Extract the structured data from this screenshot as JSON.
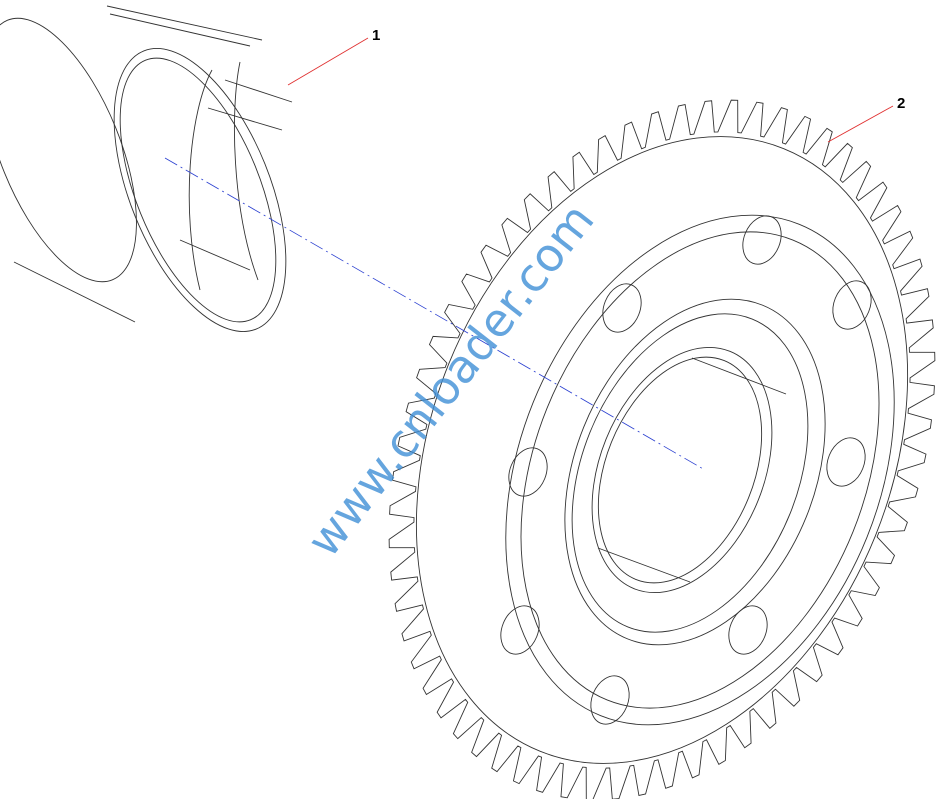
{
  "callouts": [
    {
      "label": "1",
      "part": "sleeve"
    },
    {
      "label": "2",
      "part": "gear"
    }
  ],
  "watermark": "www.cnloader.com",
  "colors": {
    "linework": "#333333",
    "leader": "#e03030",
    "centerline": "#2a3fd0",
    "watermark": "#3f8fd6"
  }
}
